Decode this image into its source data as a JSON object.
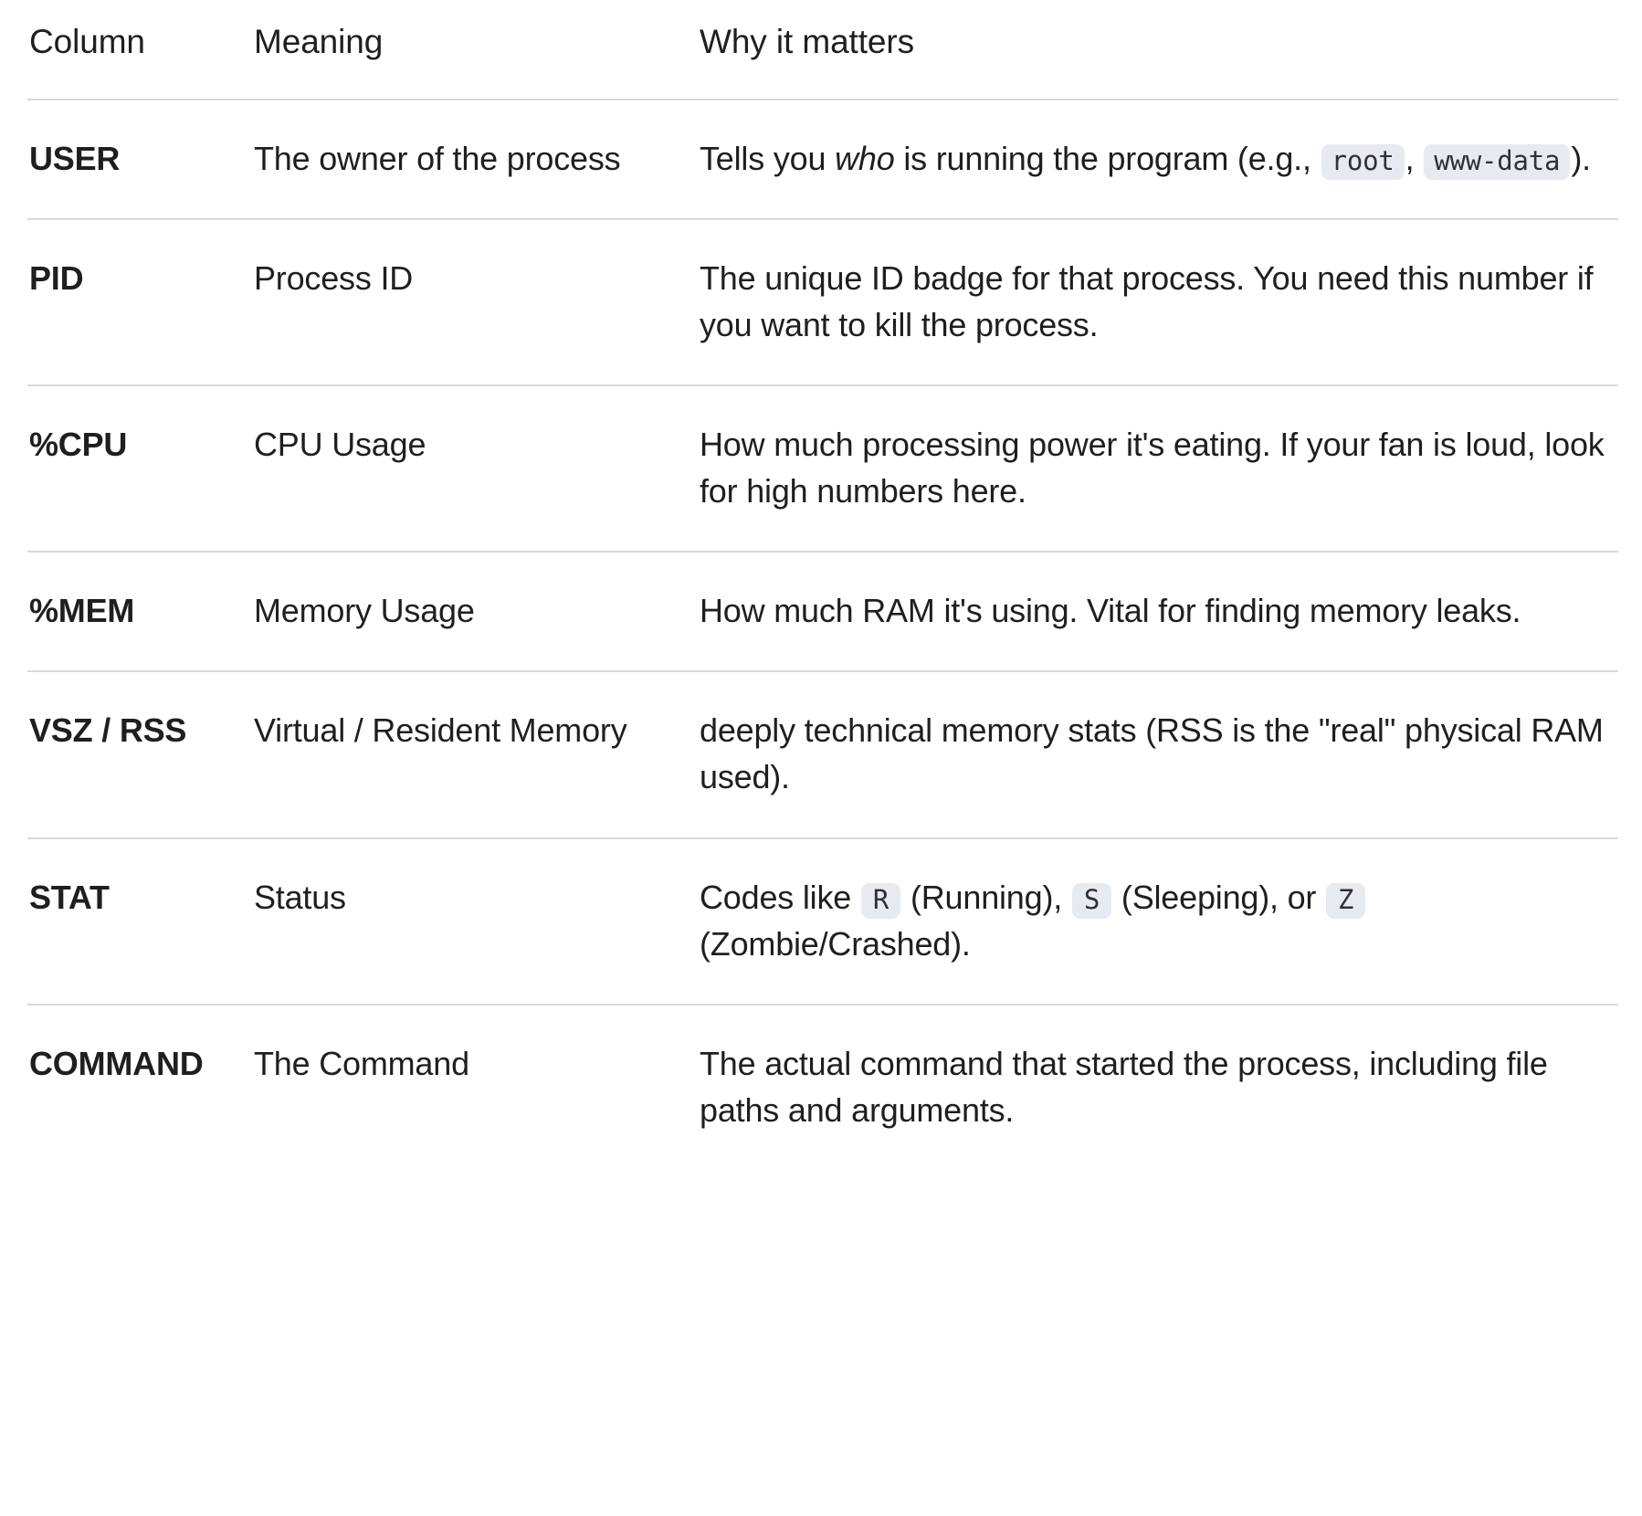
{
  "table": {
    "headers": {
      "column": "Column",
      "meaning": "Meaning",
      "why": "Why it matters"
    },
    "rows": [
      {
        "column": "USER",
        "meaning": "The owner of the process",
        "why_parts": {
          "t1": "Tells you ",
          "em1": "who",
          "t2": " is running the program (e.g., ",
          "code1": "root",
          "t3": ", ",
          "code2": "www-data",
          "t4": ")."
        }
      },
      {
        "column": "PID",
        "meaning": "Process ID",
        "why": "The unique ID badge for that process. You need this number if you want to kill the process."
      },
      {
        "column": "%CPU",
        "meaning": "CPU Usage",
        "why": "How much processing power it's eating. If your fan is loud, look for high numbers here."
      },
      {
        "column": "%MEM",
        "meaning": "Memory Usage",
        "why": "How much RAM it's using. Vital for finding memory leaks."
      },
      {
        "column": "VSZ / RSS",
        "meaning": "Virtual / Resident Memory",
        "why": "deeply technical memory stats (RSS is the \"real\" physical RAM used)."
      },
      {
        "column": "STAT",
        "meaning": "Status",
        "why_parts": {
          "t1": "Codes like ",
          "code1": "R",
          "t2": " (Running), ",
          "code2": "S",
          "t3": " (Sleeping), or ",
          "code3": "Z",
          "t4": " (Zombie/Crashed)."
        }
      },
      {
        "column": "COMMAND",
        "meaning": "The Command",
        "why": "The actual command that started the process, including file paths and arguments."
      }
    ]
  },
  "colors": {
    "text": "#1f1f1f",
    "rule": "#d9d9dc",
    "code_bg": "#e8eaf2",
    "code_text": "#2f3038",
    "page_bg": "#ffffff"
  }
}
